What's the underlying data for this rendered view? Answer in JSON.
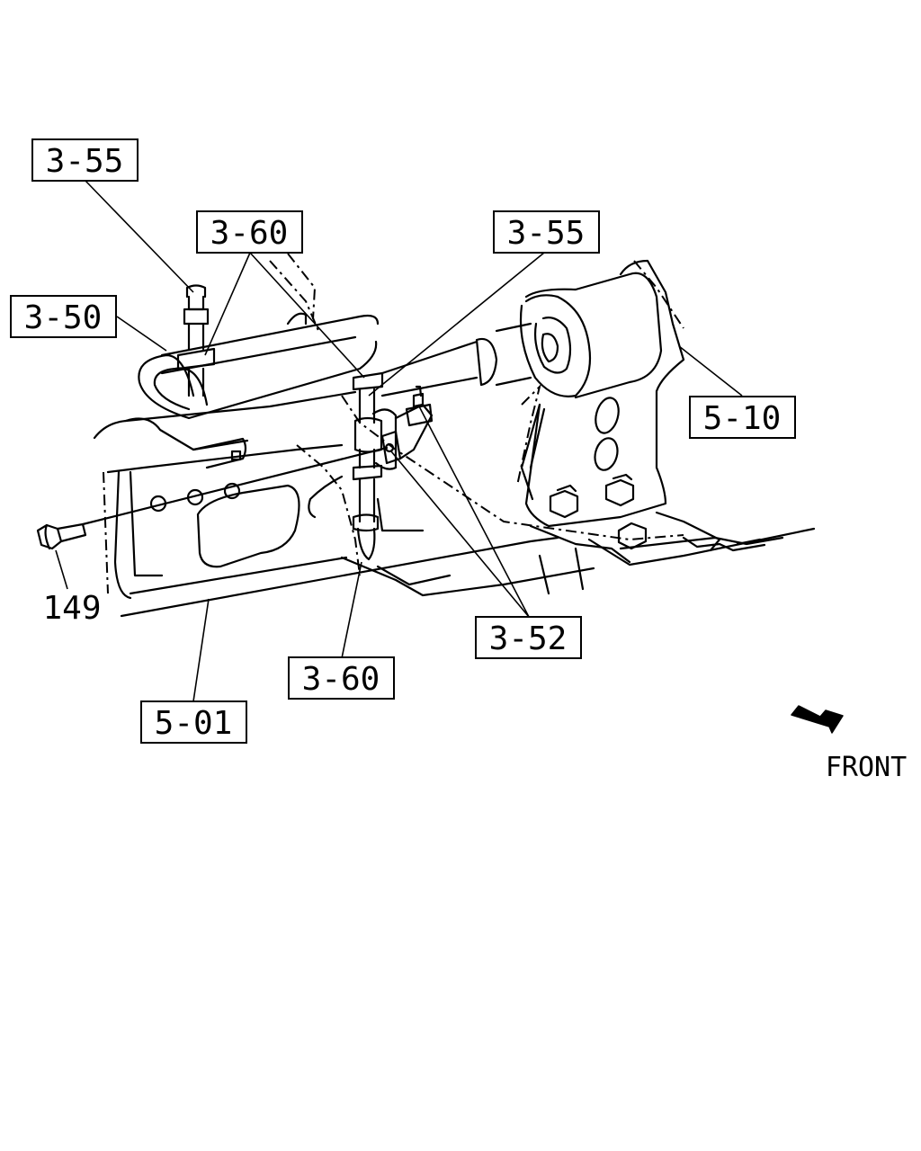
{
  "callouts": {
    "c1": "3-55",
    "c2": "3-60",
    "c3": "3-55",
    "c4": "3-50",
    "c5": "5-10",
    "c6": "3-52",
    "c7": "3-60",
    "c8": "5-01",
    "c9": "149"
  },
  "direction_label": "FRONT",
  "icons": {
    "front_arrow": "arrow-icon"
  }
}
